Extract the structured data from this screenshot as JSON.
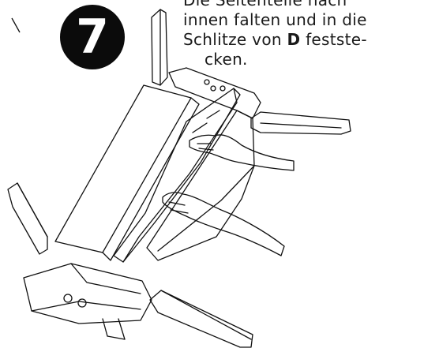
{
  "step": {
    "number": "7"
  },
  "instruction": {
    "line0": "Die Seitenteile nach",
    "line1": "innen falten und in die",
    "line2_pre": "Schlitze von ",
    "line2_bold": "D",
    "line2_post": " feststе-",
    "line3": "cken."
  },
  "illustration": {
    "icon": "assembly-illustration"
  }
}
